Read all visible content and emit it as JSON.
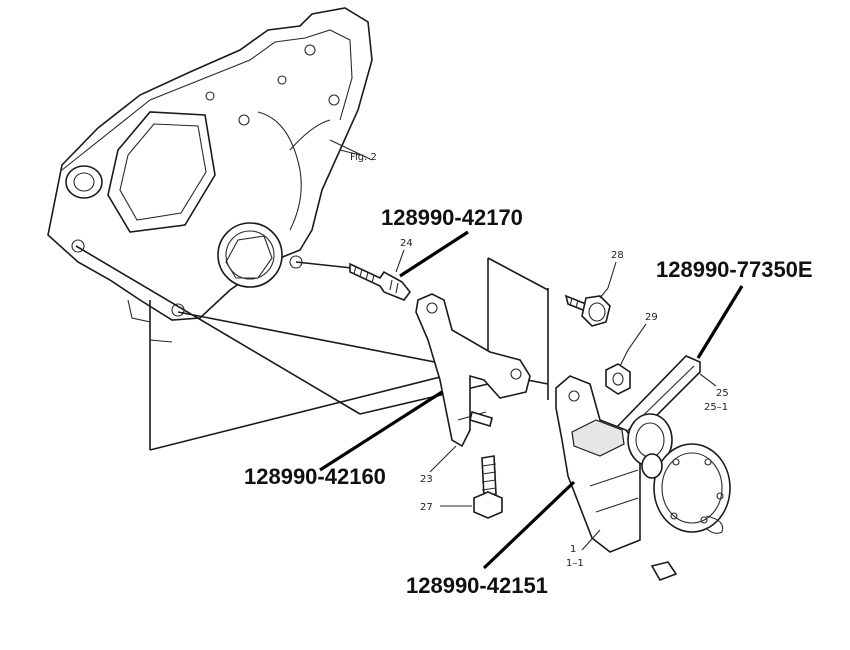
{
  "callouts": {
    "p42170": "128990-42170",
    "p77350e": "128990-77350E",
    "p42160": "128990-42160",
    "p42151": "128990-42151"
  },
  "refs": {
    "r24": "24",
    "r28": "28",
    "r29": "29",
    "r25": "25",
    "r25_1": "25–1",
    "r23": "23",
    "r27": "27",
    "r1": "1",
    "r1_1": "1–1"
  },
  "fig_label": "Fig. 2"
}
